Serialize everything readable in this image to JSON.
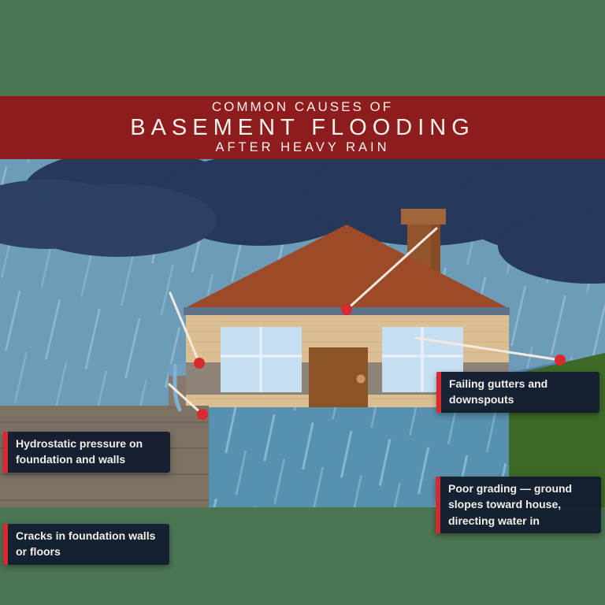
{
  "title": {
    "kicker": "COMMON CAUSES OF",
    "main": "BASEMENT FLOODING",
    "subtitle": "AFTER HEAVY RAIN"
  },
  "callouts": [
    {
      "id": "failing-gutters",
      "text": "Failing gutters and downspouts"
    },
    {
      "id": "hydrostatic-pressure",
      "text": "Hydrostatic pressure on foundation and walls"
    },
    {
      "id": "foundation-cracks",
      "text": "Cracks in foundation walls or floors"
    },
    {
      "id": "poor-grading",
      "text": "Poor grading — ground slopes toward house, directing water in"
    }
  ],
  "colors": {
    "background_green": "#4b7553",
    "banner_red": "#8e1b1d",
    "accent_red": "#d7292e",
    "callout_navy": "#131e30",
    "sky_blue": "#6c9cb8",
    "cloud_navy": "#26395b",
    "flood_water_blue": "#5891af",
    "roof_brown": "#9d4a28",
    "wall_tan": "#dcbe93",
    "soil_gray": "#7d7164",
    "grass_green": "#3d6a26"
  }
}
